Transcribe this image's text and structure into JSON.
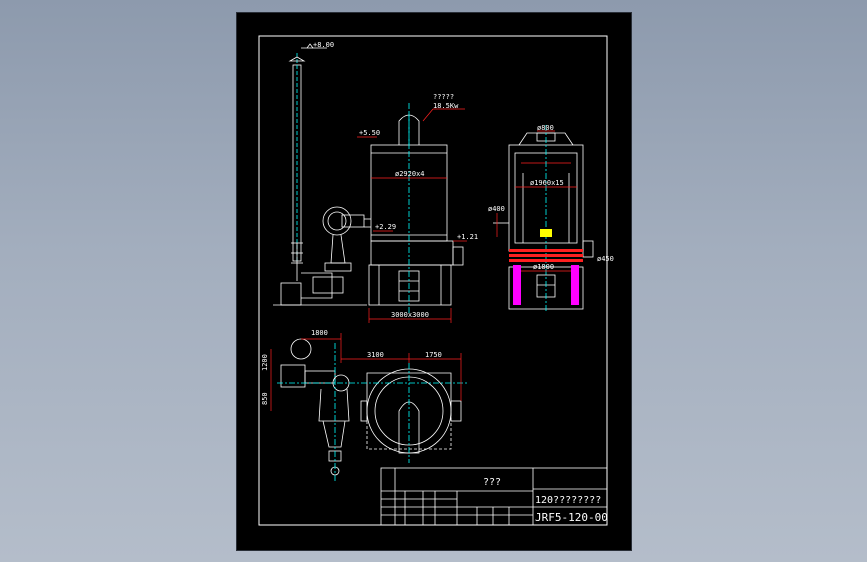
{
  "drawing": {
    "elevation_top": "+8.00",
    "elevation_roof": "+5.50",
    "elevation_mid": "+2.29",
    "elevation_right": "+1.21",
    "fan_label": "?????",
    "fan_power": "18.5Kw",
    "shell_dim": "ø2920x4",
    "base_dim": "3000x3000",
    "side_top_dim": "ø800",
    "side_body_dim": "ø1960x15",
    "side_left_dim": "ø400",
    "side_inner_dim": "ø1800",
    "side_right_dim": "ø450",
    "plan_dim_a": "1800",
    "plan_dim_b": "3100",
    "plan_dim_c": "1750",
    "plan_dim_d": "1200",
    "plan_dim_e": "850"
  },
  "title_block": {
    "title": "???",
    "name": "120????????",
    "code": "JRF5-120-00"
  },
  "colors": {
    "background": "#000000",
    "frame": "#ffffff",
    "dimension": "#ff2020",
    "centerline": "#00ffff",
    "hatch": "#ff00ff",
    "yellow": "#ffff00"
  }
}
